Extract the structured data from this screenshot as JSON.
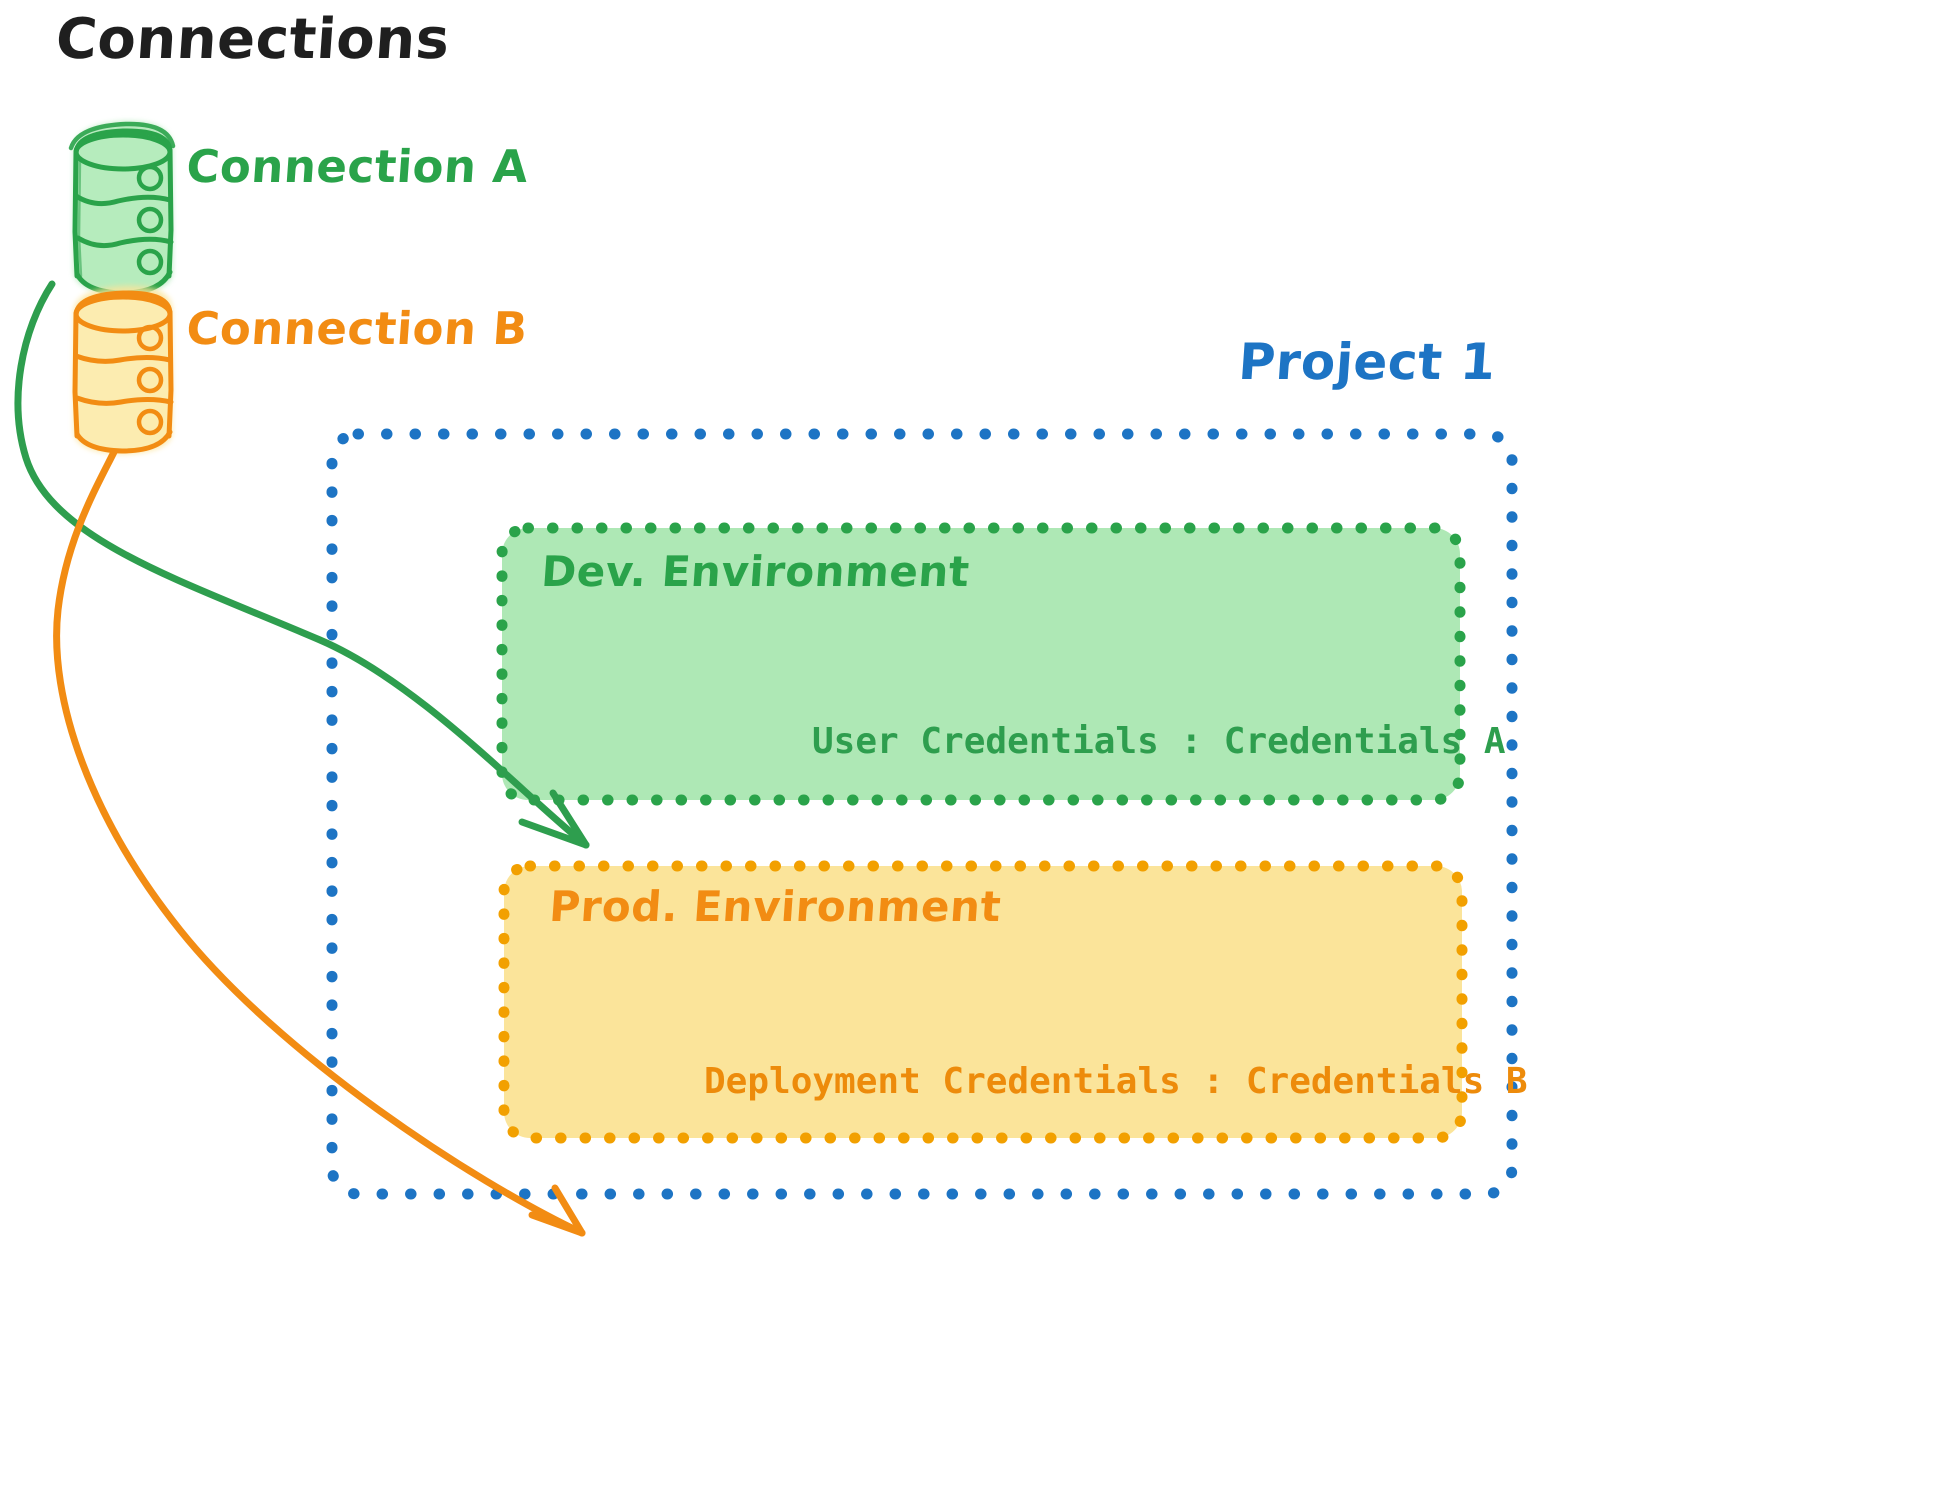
{
  "diagram": {
    "title": "Connections",
    "style": "hand-drawn sketch",
    "background_color": "#ffffff"
  },
  "connections": {
    "heading": "Connections",
    "items": [
      {
        "id": "connection-a",
        "label": "Connection A",
        "icon": "database-cylinder-icon",
        "color": "#2aa34a",
        "fill": "#a8e6b0",
        "targets_to": "Dev. Environment"
      },
      {
        "id": "connection-b",
        "label": "Connection B",
        "icon": "database-cylinder-icon",
        "color": "#f28c13",
        "fill": "#fbe49a",
        "targets_to": "Prod. Environment"
      }
    ]
  },
  "project": {
    "title": "Project 1",
    "border_color": "#1d74c4",
    "border_style": "dotted",
    "environments": [
      {
        "id": "dev-environment",
        "name": "Dev. Environment",
        "border_color": "#2aa34a",
        "fill_color": "#aee8b5",
        "credentials_key": "User Credentials",
        "credentials_separator": ":",
        "credentials_value": "Credentials A",
        "credentials_line": "User Credentials : Credentials A"
      },
      {
        "id": "prod-environment",
        "name": "Prod. Environment",
        "border_color": "#f2a000",
        "fill_color": "#fbe49a",
        "credentials_key": "Deployment Credentials",
        "credentials_separator": ":",
        "credentials_value": "Credentials B",
        "credentials_line": "Deployment Credentials : Credentials B"
      }
    ]
  },
  "arrows": [
    {
      "id": "arrow-connection-a-to-dev",
      "from": "Connection A",
      "to": "Dev. Environment",
      "color": "#2e9e4e"
    },
    {
      "id": "arrow-connection-b-to-prod",
      "from": "Connection B",
      "to": "Prod. Environment",
      "color": "#f28c13"
    }
  ],
  "colors": {
    "green_stroke": "#2aa34a",
    "green_fill": "#aee8b5",
    "orange_stroke": "#f28c13",
    "orange_fill": "#fbe49a",
    "blue_stroke": "#1d74c4",
    "ink_black": "#1f1f1f"
  }
}
